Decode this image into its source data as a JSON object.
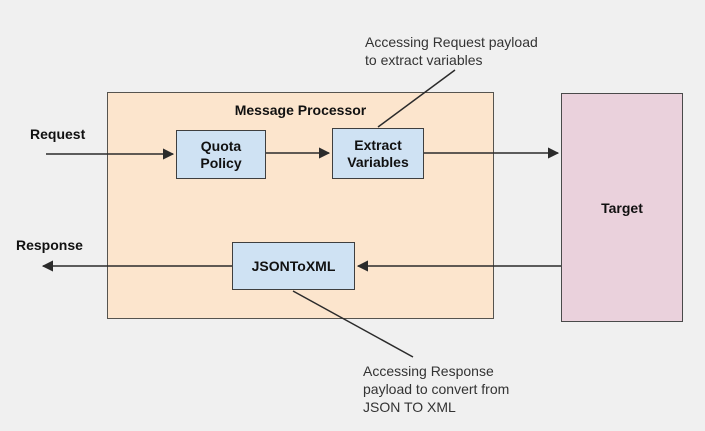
{
  "diagram": {
    "title": "Message Processor",
    "flow_labels": {
      "request": "Request",
      "response": "Response"
    },
    "nodes": {
      "quota_policy": "Quota\nPolicy",
      "extract_variables": "Extract\nVariables",
      "json_to_xml": "JSONToXML",
      "target": "Target"
    },
    "annotations": {
      "top": "Accessing Request payload\nto extract variables",
      "bottom": "Accessing Response\npayload to convert from\nJSON TO XML"
    },
    "colors": {
      "background": "#f0f0f0",
      "processor_fill": "#fce5cd",
      "policy_node_fill": "#cfe2f3",
      "target_fill": "#ead1dc",
      "box_border": "#4a4a4a",
      "connector_line": "#2b2b2b",
      "text": "#111111"
    }
  }
}
